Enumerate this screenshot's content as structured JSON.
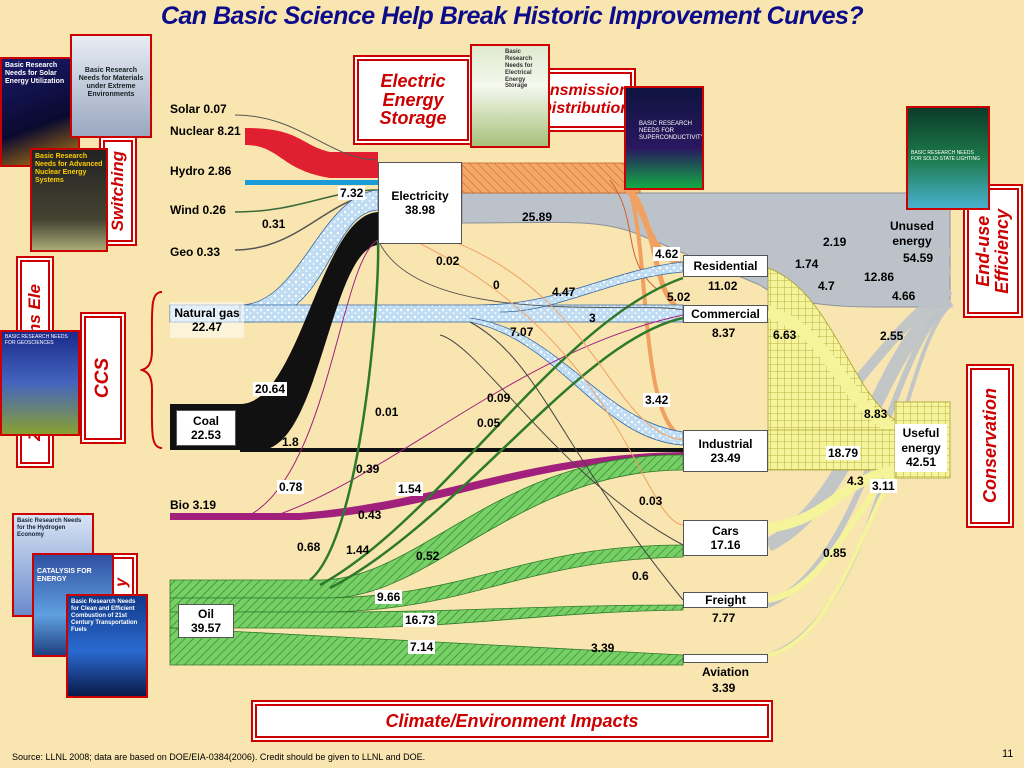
{
  "title": "Can Basic Science Help Break Historic Improvement Curves?",
  "source_note": "Source:  LLNL 2008; data are based on DOE/EIA-0384(2006).  Credit should be given to LLNL and DOE.",
  "page_number": "11",
  "banners": {
    "electric_storage": "Electric\nEnergy\nStorage",
    "transmission": "Transmission\n& Distribution",
    "ccs": "CCS",
    "zero_emissions_partial": "Zero Emissions Ele",
    "switching_partial": "Switching",
    "catalysis_partial": "y",
    "end_use_efficiency": "End-use\nEfficiency",
    "conservation": "Conservation",
    "climate": "Climate/Environment Impacts"
  },
  "sources": {
    "solar": "Solar 0.07",
    "nuclear": "Nuclear 8.21",
    "hydro": "Hydro 2.86",
    "wind": "Wind 0.26",
    "geo": "Geo 0.33",
    "natural_gas_name": "Natural gas",
    "natural_gas_value": "22.47",
    "coal_name": "Coal",
    "coal_value": "22.53",
    "bio": "Bio 3.19",
    "oil_name": "Oil",
    "oil_value": "39.57"
  },
  "nodes": {
    "electricity_name": "Electricity",
    "electricity_value": "38.98",
    "residential_name": "Residential",
    "residential_value": "11.02",
    "commercial_name": "Commercial",
    "commercial_value": "8.37",
    "industrial_name": "Industrial",
    "industrial_value": "23.49",
    "cars_name": "Cars",
    "cars_value": "17.16",
    "freight_name": "Freight",
    "freight_value": "7.77",
    "aviation_name": "Aviation",
    "aviation_value": "3.39",
    "unused_name": "Unused\nenergy",
    "unused_value": "54.59",
    "useful_name": "Useful\nenergy",
    "useful_value": "42.51"
  },
  "flow_labels": [
    {
      "id": "f732",
      "text": "7.32"
    },
    {
      "id": "f031",
      "text": "0.31"
    },
    {
      "id": "f2589",
      "text": "25.89"
    },
    {
      "id": "f002",
      "text": "0.02"
    },
    {
      "id": "f0",
      "text": "0"
    },
    {
      "id": "f462",
      "text": "4.62"
    },
    {
      "id": "f447",
      "text": "4.47"
    },
    {
      "id": "f502",
      "text": "5.02"
    },
    {
      "id": "f3",
      "text": "3"
    },
    {
      "id": "f707",
      "text": "7.07"
    },
    {
      "id": "f2064",
      "text": "20.64"
    },
    {
      "id": "f001",
      "text": "0.01"
    },
    {
      "id": "f009",
      "text": "0.09"
    },
    {
      "id": "f005",
      "text": "0.05"
    },
    {
      "id": "f342",
      "text": "3.42"
    },
    {
      "id": "f18",
      "text": "1.8"
    },
    {
      "id": "f039",
      "text": "0.39"
    },
    {
      "id": "f078",
      "text": "0.78"
    },
    {
      "id": "f154",
      "text": "1.54"
    },
    {
      "id": "f043",
      "text": "0.43"
    },
    {
      "id": "f003",
      "text": "0.03"
    },
    {
      "id": "f068",
      "text": "0.68"
    },
    {
      "id": "f144",
      "text": "1.44"
    },
    {
      "id": "f052",
      "text": "0.52"
    },
    {
      "id": "f06",
      "text": "0.6"
    },
    {
      "id": "f966",
      "text": "9.66"
    },
    {
      "id": "f1673",
      "text": "16.73"
    },
    {
      "id": "f714",
      "text": "7.14"
    },
    {
      "id": "f339",
      "text": "3.39"
    },
    {
      "id": "f219",
      "text": "2.19"
    },
    {
      "id": "f174",
      "text": "1.74"
    },
    {
      "id": "f47",
      "text": "4.7"
    },
    {
      "id": "f1286",
      "text": "12.86"
    },
    {
      "id": "f466",
      "text": "4.66"
    },
    {
      "id": "f663",
      "text": "6.63"
    },
    {
      "id": "f255",
      "text": "2.55"
    },
    {
      "id": "f883",
      "text": "8.83"
    },
    {
      "id": "f1879",
      "text": "18.79"
    },
    {
      "id": "f43",
      "text": "4.3"
    },
    {
      "id": "f311",
      "text": "3.11"
    },
    {
      "id": "f085",
      "text": "0.85"
    }
  ],
  "report_covers": {
    "solar": "Basic Research Needs for Solar Energy Utilization",
    "materials": "Basic Research Needs for Materials under Extreme Environments",
    "nuclear": "Basic Research Needs for Advanced Nuclear Energy Systems",
    "storage": "Basic Research Needs for Electrical Energy Storage",
    "superconductivity": "BASIC RESEARCH NEEDS FOR SUPERCONDUCTIVITY",
    "lighting": "BASIC RESEARCH NEEDS FOR SOLID-STATE LIGHTING",
    "geosciences": "BASIC RESEARCH NEEDS FOR GEOSCIENCES",
    "hydrogen": "Basic Research Needs for the Hydrogen Economy",
    "catalysis": "CATALYSIS FOR ENERGY",
    "fuels": "Basic Research Needs for Clean and Efficient Combustion of 21st Century Transportation Fuels"
  },
  "colors": {
    "background": "#f9e5b0",
    "title": "#0c0c8a",
    "banner_red": "#cc0000",
    "nuclear": "#e02030",
    "hydro": "#1a9cd8",
    "gas": "#b8d8f0",
    "coal": "#111111",
    "oil": "#6fcf5f",
    "bio": "#a0207c",
    "electricity_out": "#f0a060",
    "unused": "#b8bec6",
    "useful": "#f8f4a0"
  }
}
